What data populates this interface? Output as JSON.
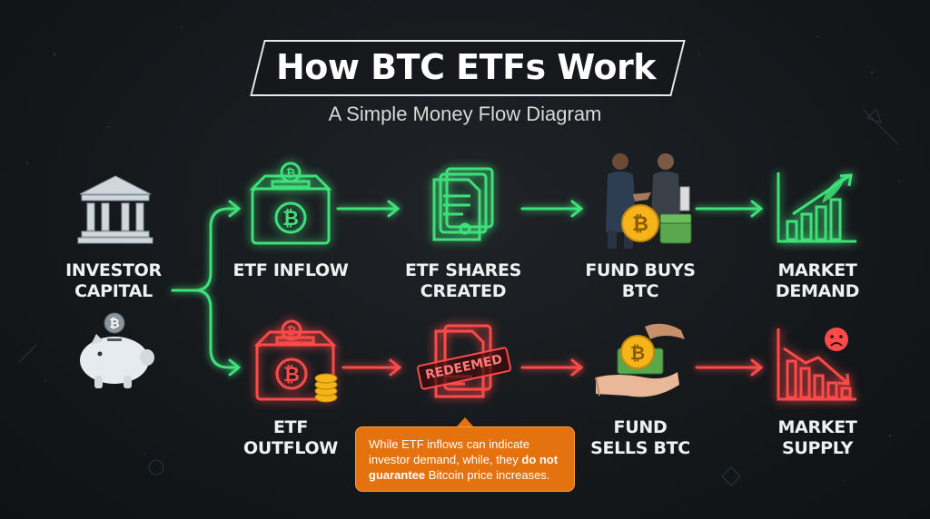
{
  "header": {
    "title": "How BTC ETFs Work",
    "subtitle": "A Simple Money Flow Diagram"
  },
  "nodes": {
    "investor_capital": "INVESTOR\nCAPITAL",
    "etf_inflow": "ETF INFLOW",
    "etf_shares_created": "ETF SHARES\nCREATED",
    "fund_buys_btc": "FUND BUYS\nBTC",
    "market_demand": "MARKET\nDEMAND",
    "etf_outflow": "ETF\nOUTFLOW",
    "redeemed_stamp": "REDEEMED",
    "fund_sells_btc": "FUND\nSELLS BTC",
    "market_supply": "MARKET\nSUPPLY"
  },
  "note": {
    "part1": "While ETF inflows can indicate investor demand, while, they ",
    "bold1": "do not guarantee",
    "part2": " Bitcoin price increases."
  },
  "icons": {
    "bank": "bank-icon",
    "piggy_bank": "piggy-bank-icon",
    "inflow_box": "bitcoin-deposit-box-icon",
    "shares_docs": "documents-icon",
    "handshake": "handshake-icon",
    "rocket_chart": "rocket-chart-icon",
    "outflow_box": "bitcoin-withdraw-box-icon",
    "redeemed_doc": "redeemed-document-icon",
    "hand_coin": "hand-receiving-coin-icon",
    "down_chart": "declining-chart-icon"
  },
  "colors": {
    "green": "#3fe07a",
    "red": "#ff4a4a",
    "orange": "#e4720f",
    "gold": "#f4b41a"
  }
}
